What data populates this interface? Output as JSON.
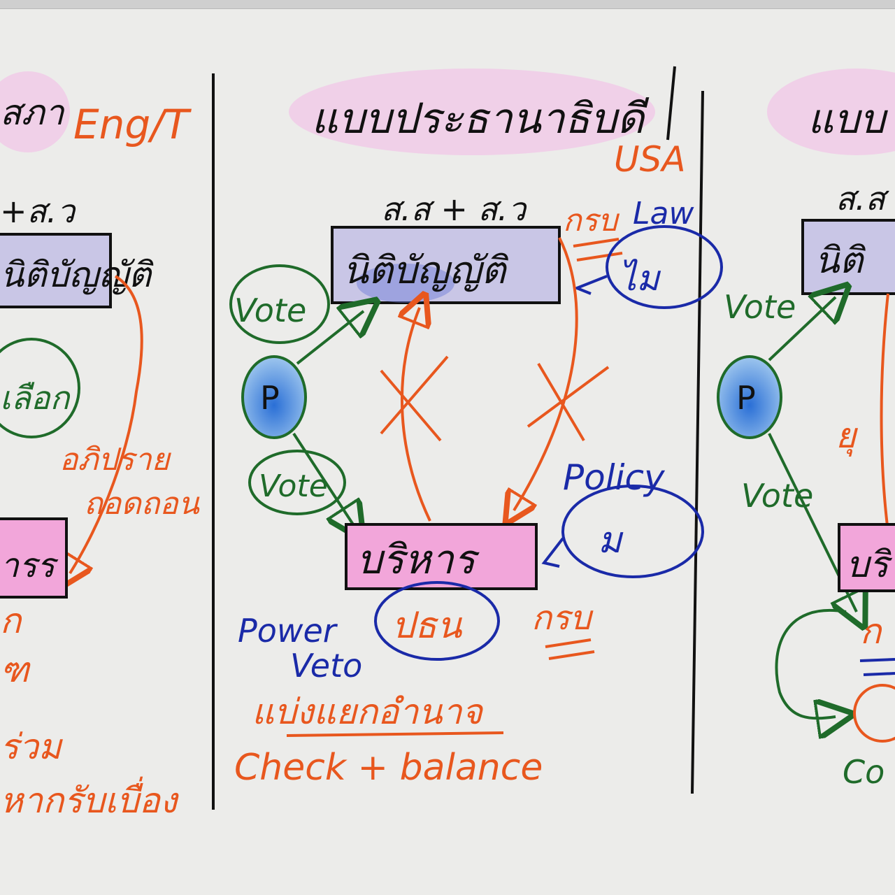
{
  "left_panel": {
    "title": "สภา",
    "title_suffix": "Eng/T",
    "top_label": "+ส.ว",
    "parliament_box": "นิติบัญญัติ",
    "elect_oval": "เลือก",
    "note_line1": "อภิปราย",
    "note_line2": "ถอดถอน",
    "executive_box": "ารร",
    "bottom_line1": "ก",
    "bottom_line2": "ฑ",
    "bottom_line3": "ร่วม",
    "bottom_line4": "หากรับเบื่อง"
  },
  "middle_panel": {
    "title": "แบบประธานาธิบดี",
    "country": "USA",
    "top_label": "ส.ส + ส.ว",
    "parliament_box": "นิติบัญญัติ",
    "law_label": "กรบ",
    "law_label2": "Law",
    "signature_oval": "ไม",
    "vote_top": "Vote",
    "people_node": "P",
    "vote_bottom": "Vote",
    "policy_label": "Policy",
    "policy_oval": "ม",
    "executive_box": "บริหาร",
    "power_label": "Power",
    "veto_label": "Veto",
    "person_oval": "ปธน",
    "bottom_right_label": "กรบ",
    "separation_note": "แบ่งแยกอำนาจ",
    "check_balance": "Check + balance"
  },
  "right_panel": {
    "title": "แบบ",
    "top_label": "ส.ส",
    "parliament_box": "นิติ",
    "vote_top": "Vote",
    "people_node": "P",
    "vote_bottom": "Vote",
    "side_note": "ยุ",
    "executive_box": "บริ",
    "bottom_note": "ก",
    "bottom_caption": "Co"
  },
  "colors": {
    "orange": "#e8571e",
    "green": "#1f6b2a",
    "blue": "#1a2aa8",
    "pink": "#f2a6da",
    "lavender": "#c9c6e6",
    "title_pink": "#f0d0e8"
  }
}
